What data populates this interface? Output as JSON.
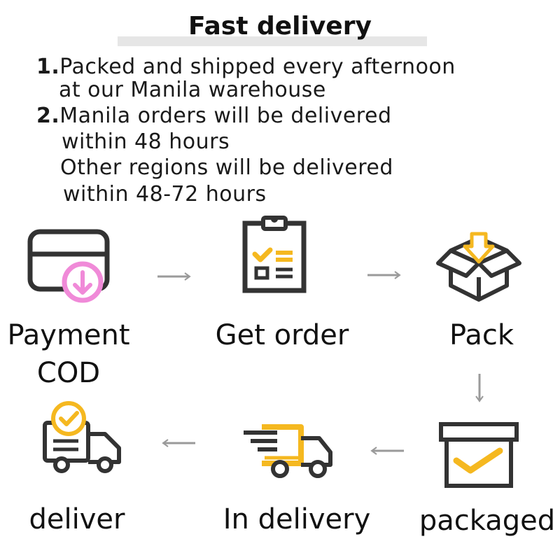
{
  "title": "Fast delivery",
  "info": {
    "item1_num": "1.",
    "item1_line1": "Packed and shipped every afternoon",
    "item1_line2": "at our Manila warehouse",
    "item2_num": "2.",
    "item2_line1": "Manila orders will be delivered",
    "item2_line2": "within 48 hours",
    "item2_line3": "Other regions will be delivered",
    "item2_line4": "within 48-72 hours"
  },
  "steps": {
    "payment_line1": "Payment",
    "payment_line2": "COD",
    "get_order": "Get order",
    "pack": "Pack",
    "packaged": "packaged",
    "in_delivery": "In delivery",
    "deliver": "deliver"
  },
  "icons": {
    "payment": "credit-card-download-icon",
    "get_order": "clipboard-checklist-icon",
    "pack": "open-box-icon",
    "packaged": "closed-box-check-icon",
    "in_delivery": "fast-truck-icon",
    "deliver": "truck-check-icon"
  },
  "colors": {
    "accent_yellow": "#f5b820",
    "accent_pink": "#f08ad8",
    "outline": "#333333",
    "arrow": "#9a9a9a"
  }
}
